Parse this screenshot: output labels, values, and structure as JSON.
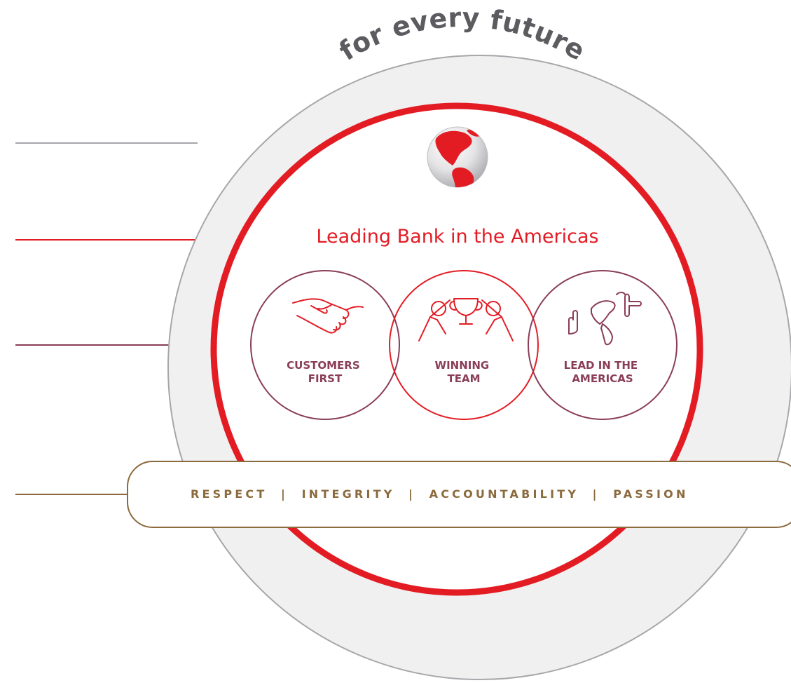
{
  "diagram": {
    "tagline": "for every future",
    "vision": "Leading Bank in the Americas",
    "pillars": [
      {
        "line1": "CUSTOMERS",
        "line2": "FIRST",
        "icon": "handshake-icon"
      },
      {
        "line1": "WINNING",
        "line2": "TEAM",
        "icon": "trophy-team-icon"
      },
      {
        "line1": "LEAD IN THE",
        "line2": "AMERICAS",
        "icon": "americas-map-icon"
      }
    ],
    "values": "RESPECT  |  INTEGRITY  |  ACCOUNTABILITY  |  PASSION",
    "globe_icon": "globe-americas-icon",
    "colors": {
      "outer_ring": "#f0f0f1",
      "outer_ring_stroke": "#a7a7ab",
      "brand_red": "#e31c24",
      "pillar_maroon": "#8a3d58",
      "values_gold": "#8b6a3d",
      "tagline_gray": "#5b5b60"
    }
  }
}
